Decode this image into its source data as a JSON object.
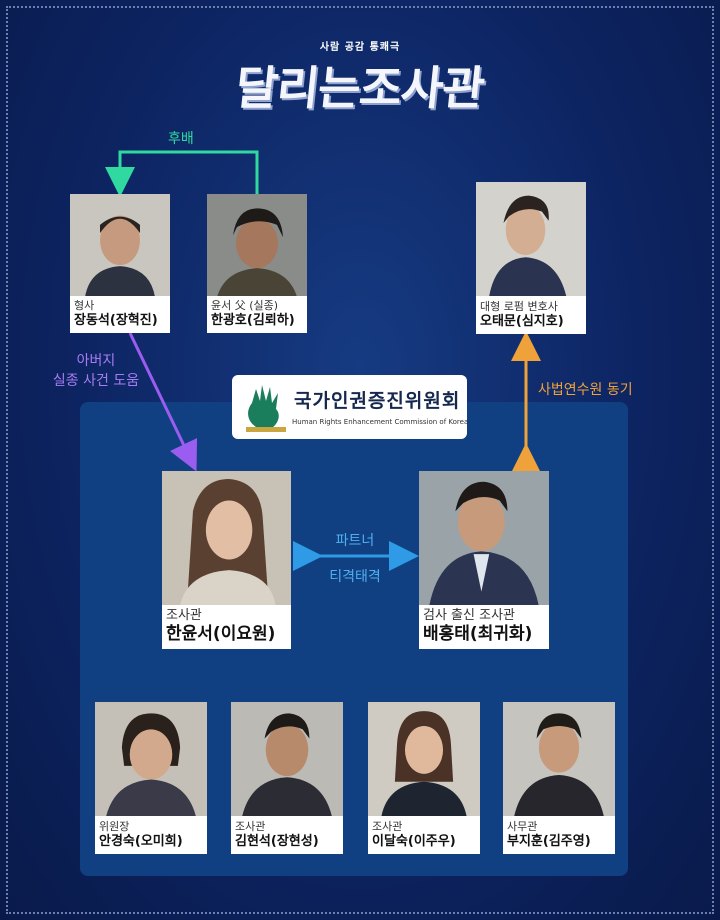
{
  "header": {
    "subtitle": "사람 공감 통쾌극",
    "title": "달리는조사관"
  },
  "relations": {
    "hubae": "후배",
    "father_line1": "아버지",
    "father_line2": "실종 사건 도움",
    "sabeop": "사법연수원 동기",
    "partner_line1": "파트너",
    "partner_line2": "티격태격"
  },
  "commission": {
    "name": "국가인권증진위원회",
    "english": "Human Rights Enhancement Commission of Korea"
  },
  "characters": {
    "jang": {
      "role": "형사",
      "name": "장동석(장혁진)"
    },
    "han_gwangho": {
      "role": "윤서 父 (실종)",
      "name": "한광호(김뢰하)"
    },
    "oh": {
      "role": "대형 로펌 변호사",
      "name": "오태문(심지호)"
    },
    "han_yunseo": {
      "role": "조사관",
      "name": "한윤서(이요원)"
    },
    "bae": {
      "role": "검사 출신 조사관",
      "name": "배홍태(최귀화)"
    },
    "ahn": {
      "role": "위원장",
      "name": "안경숙(오미희)"
    },
    "kim_hs": {
      "role": "조사관",
      "name": "김현석(장현성)"
    },
    "lee": {
      "role": "조사관",
      "name": "이달숙(이주우)"
    },
    "bu": {
      "role": "사무관",
      "name": "부지훈(김주영)"
    }
  },
  "colors": {
    "background": "#0b1e52",
    "panel": "#103f82",
    "hubae_arrow": "#2fd9a0",
    "father_arrow": "#9b5cf0",
    "sabeop_arrow": "#f0a23a",
    "partner_arrow": "#2f9be6"
  }
}
